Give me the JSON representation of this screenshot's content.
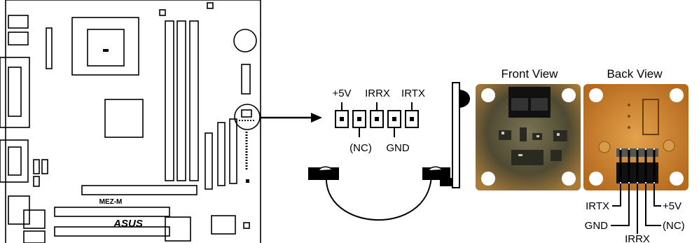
{
  "motherboard": {
    "model_label": "MEZ-M",
    "brand_logo": "ASUS"
  },
  "header_connector": {
    "top_labels": [
      "+5V",
      "IRRX",
      "IRTX"
    ],
    "bottom_labels": [
      "(NC)",
      "GND"
    ]
  },
  "module_views": {
    "front_title": "Front View",
    "back_title": "Back View"
  },
  "back_pin_labels": {
    "irtx": "IRTX",
    "plus5v": "+5V",
    "gnd": "GND",
    "nc": "(NC)",
    "irrx": "IRRX"
  },
  "colors": {
    "pcb_orange": "#c8832e",
    "pcb_dark": "#4a4a30",
    "ink": "#000000"
  }
}
